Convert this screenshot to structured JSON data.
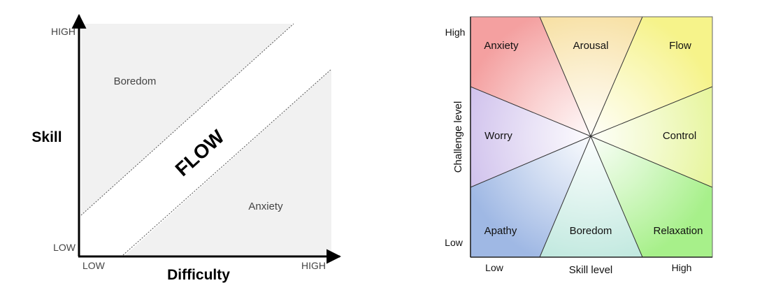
{
  "left_diagram": {
    "y_axis_label": "Skill",
    "x_axis_label": "Difficulty",
    "y_high": "HIGH",
    "y_low": "LOW",
    "x_low": "LOW",
    "x_high": "HIGH",
    "band_label": "FLOW",
    "upper_region": "Boredom",
    "lower_region": "Anxiety",
    "colors": {
      "region": "#f1f1f1",
      "band": "#ffffff",
      "axis": "#000000",
      "text": "#444444"
    }
  },
  "right_diagram": {
    "y_axis_label": "Challenge level",
    "x_axis_label": "Skill level",
    "y_high": "High",
    "y_low": "Low",
    "x_low": "Low",
    "x_high": "High",
    "sectors": [
      {
        "label": "Anxiety",
        "color": "#f4a0a0"
      },
      {
        "label": "Arousal",
        "color": "#f7dfa0"
      },
      {
        "label": "Flow",
        "color": "#f6f38a"
      },
      {
        "label": "Control",
        "color": "#e6f59a"
      },
      {
        "label": "Relaxation",
        "color": "#a7f08a"
      },
      {
        "label": "Boredom",
        "color": "#bfe8de"
      },
      {
        "label": "Apathy",
        "color": "#9fb8e4"
      },
      {
        "label": "Worry",
        "color": "#cfc0ec"
      }
    ]
  }
}
